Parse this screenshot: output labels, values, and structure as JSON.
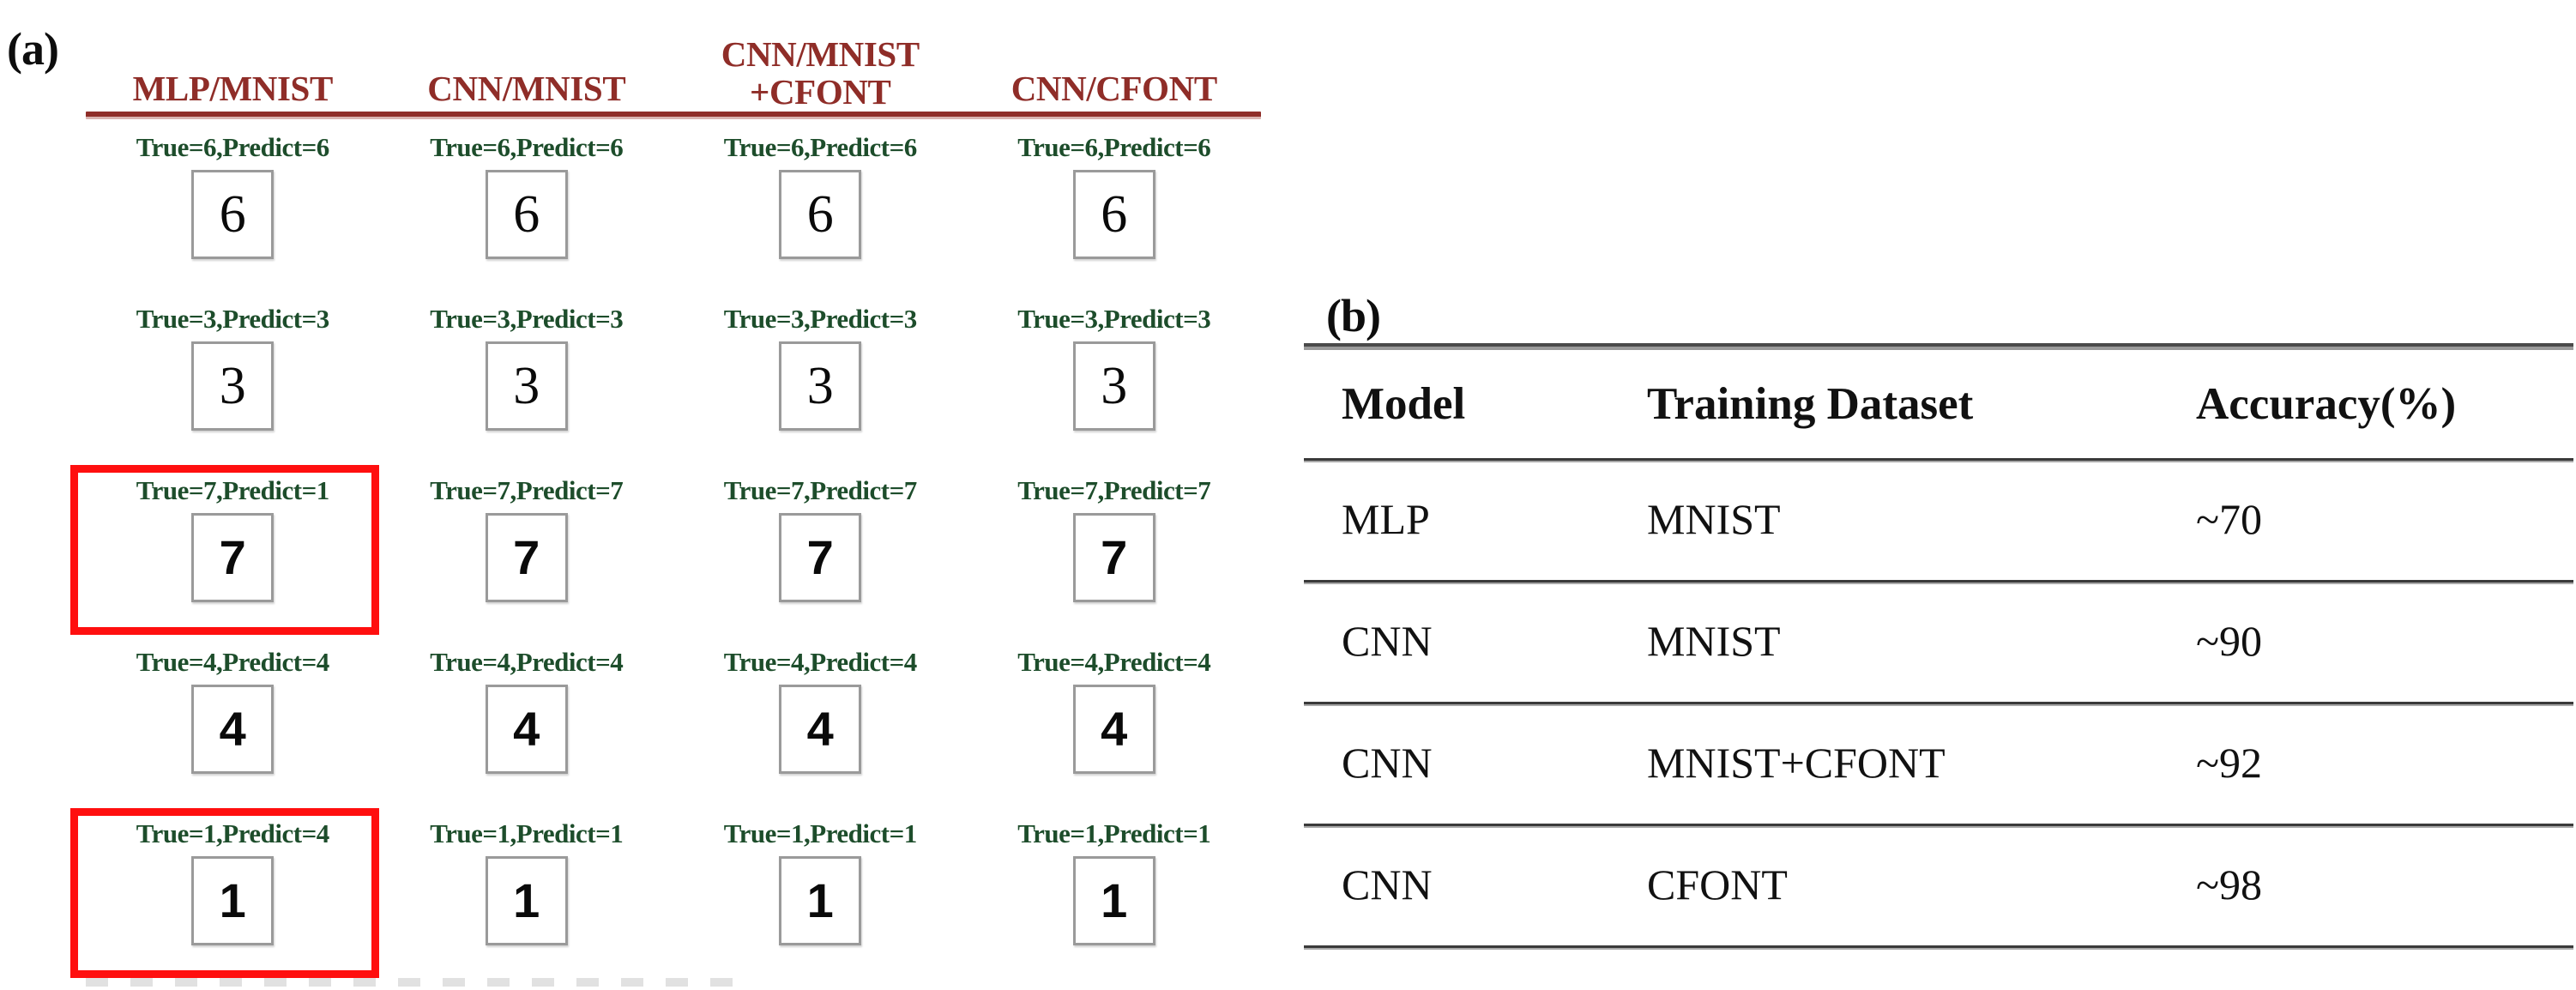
{
  "panel_a": {
    "letter": "(a)",
    "columns": [
      "MLP/MNIST",
      "CNN/MNIST",
      "CNN/MNIST\n+CFONT",
      "CNN/CFONT"
    ],
    "column_header_lines": [
      [
        "MLP/MNIST"
      ],
      [
        "CNN/MNIST"
      ],
      [
        "CNN/MNIST",
        "+CFONT"
      ],
      [
        "CNN/CFONT"
      ]
    ],
    "rule_color": "#8f2d28",
    "label_color": "#1d4d2b",
    "highlight_color": "#ff0f0f",
    "rows": [
      {
        "true": 6,
        "highlight_column": null,
        "cells": [
          {
            "label": "True=6,Predict=6",
            "digit": "6",
            "style": "thin"
          },
          {
            "label": "True=6,Predict=6",
            "digit": "6",
            "style": "thin"
          },
          {
            "label": "True=6,Predict=6",
            "digit": "6",
            "style": "thin"
          },
          {
            "label": "True=6,Predict=6",
            "digit": "6",
            "style": "thin"
          }
        ]
      },
      {
        "true": 3,
        "highlight_column": null,
        "cells": [
          {
            "label": "True=3,Predict=3",
            "digit": "3",
            "style": "thin"
          },
          {
            "label": "True=3,Predict=3",
            "digit": "3",
            "style": "thin"
          },
          {
            "label": "True=3,Predict=3",
            "digit": "3",
            "style": "thin"
          },
          {
            "label": "True=3,Predict=3",
            "digit": "3",
            "style": "thin"
          }
        ]
      },
      {
        "true": 7,
        "highlight_column": 0,
        "cells": [
          {
            "label": "True=7,Predict=1",
            "digit": "7",
            "style": "fat"
          },
          {
            "label": "True=7,Predict=7",
            "digit": "7",
            "style": "fat"
          },
          {
            "label": "True=7,Predict=7",
            "digit": "7",
            "style": "fat"
          },
          {
            "label": "True=7,Predict=7",
            "digit": "7",
            "style": "fat"
          }
        ]
      },
      {
        "true": 4,
        "highlight_column": null,
        "cells": [
          {
            "label": "True=4,Predict=4",
            "digit": "4",
            "style": "fat"
          },
          {
            "label": "True=4,Predict=4",
            "digit": "4",
            "style": "fat"
          },
          {
            "label": "True=4,Predict=4",
            "digit": "4",
            "style": "fat"
          },
          {
            "label": "True=4,Predict=4",
            "digit": "4",
            "style": "fat"
          }
        ]
      },
      {
        "true": 1,
        "highlight_column": 0,
        "cells": [
          {
            "label": "True=1,Predict=4",
            "digit": "1",
            "style": "fat"
          },
          {
            "label": "True=1,Predict=1",
            "digit": "1",
            "style": "fat"
          },
          {
            "label": "True=1,Predict=1",
            "digit": "1",
            "style": "fat"
          },
          {
            "label": "True=1,Predict=1",
            "digit": "1",
            "style": "fat"
          }
        ]
      }
    ]
  },
  "panel_b": {
    "letter": "(b)",
    "table": {
      "headers": [
        "Model",
        "Training Dataset",
        "Accuracy(%)"
      ],
      "rows": [
        [
          "MLP",
          "MNIST",
          "~70"
        ],
        [
          "CNN",
          "MNIST",
          "~90"
        ],
        [
          "CNN",
          "MNIST+CFONT",
          "~92"
        ],
        [
          "CNN",
          "CFONT",
          "~98"
        ]
      ]
    }
  },
  "chart_data": {
    "type": "table",
    "title": "Model accuracy by training dataset",
    "columns": [
      "Model",
      "Training Dataset",
      "Accuracy(%)"
    ],
    "rows": [
      {
        "Model": "MLP",
        "Training Dataset": "MNIST",
        "Accuracy(%)": "~70"
      },
      {
        "Model": "CNN",
        "Training Dataset": "MNIST",
        "Accuracy(%)": "~90"
      },
      {
        "Model": "CNN",
        "Training Dataset": "MNIST+CFONT",
        "Accuracy(%)": "~92"
      },
      {
        "Model": "CNN",
        "Training Dataset": "CFONT",
        "Accuracy(%)": "~98"
      }
    ],
    "categories": [
      "MLP/MNIST",
      "CNN/MNIST",
      "CNN/MNIST+CFONT",
      "CNN/CFONT"
    ],
    "values": [
      70,
      90,
      92,
      98
    ],
    "ylabel": "Accuracy(%)",
    "ylim": [
      0,
      100
    ]
  }
}
